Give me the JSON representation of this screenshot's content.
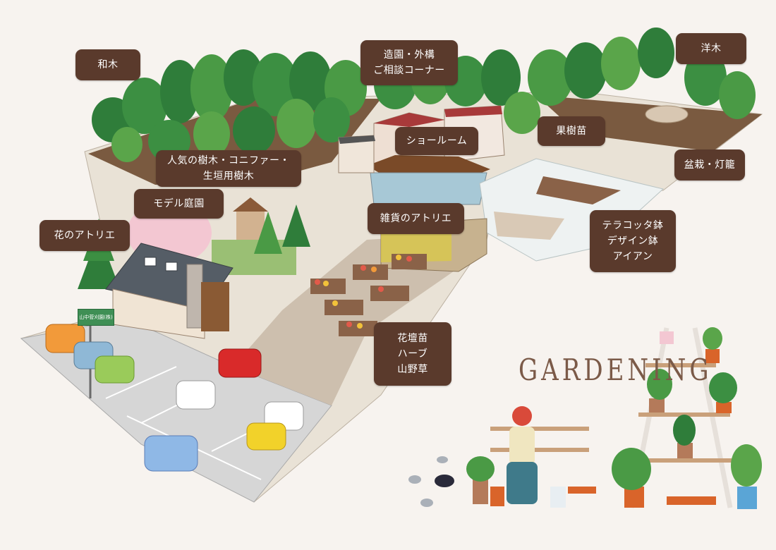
{
  "labels": {
    "wagi": "和木",
    "zoen_line1": "造園・外構",
    "zoen_line2": "ご相談コーナー",
    "yogi": "洋木",
    "showroom": "ショールーム",
    "kaju": "果樹苗",
    "ninki_line1": "人気の樹木・コニファー・",
    "ninki_line2": "生垣用樹木",
    "bonsai": "盆栽・灯籠",
    "model": "モデル庭園",
    "zakka": "雑貨のアトリエ",
    "hana_atelier": "花のアトリエ",
    "terracotta_line1": "テラコッタ鉢",
    "terracotta_line2": "デザイン鉢",
    "terracotta_line3": "アイアン",
    "kadan_line1": "花壇苗",
    "kadan_line2": "ハーブ",
    "kadan_line3": "山野草"
  },
  "road_sign": "山中菅刈園(株)",
  "illustration_title": "GARDENING",
  "colors": {
    "label_bg": "#5a3a2c",
    "label_text": "#ffffff",
    "background": "#f7f3ef",
    "tree_dark": "#2f7d3a",
    "tree_light": "#5aa54a"
  }
}
